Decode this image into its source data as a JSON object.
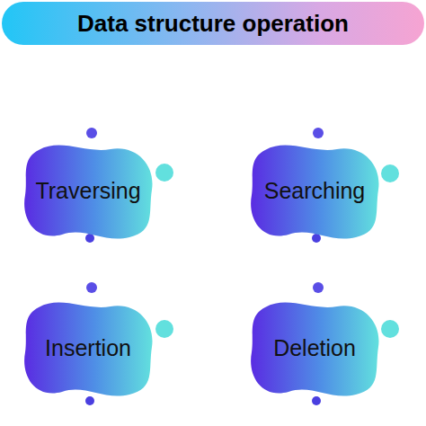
{
  "diagram": {
    "title": "Data structure operation",
    "nodes": [
      {
        "text": [
          "Traversing"
        ]
      },
      {
        "text": [
          "Searching"
        ]
      },
      {
        "text": [
          "Insertion"
        ]
      },
      {
        "text": [
          "Deletion"
        ]
      }
    ]
  }
}
